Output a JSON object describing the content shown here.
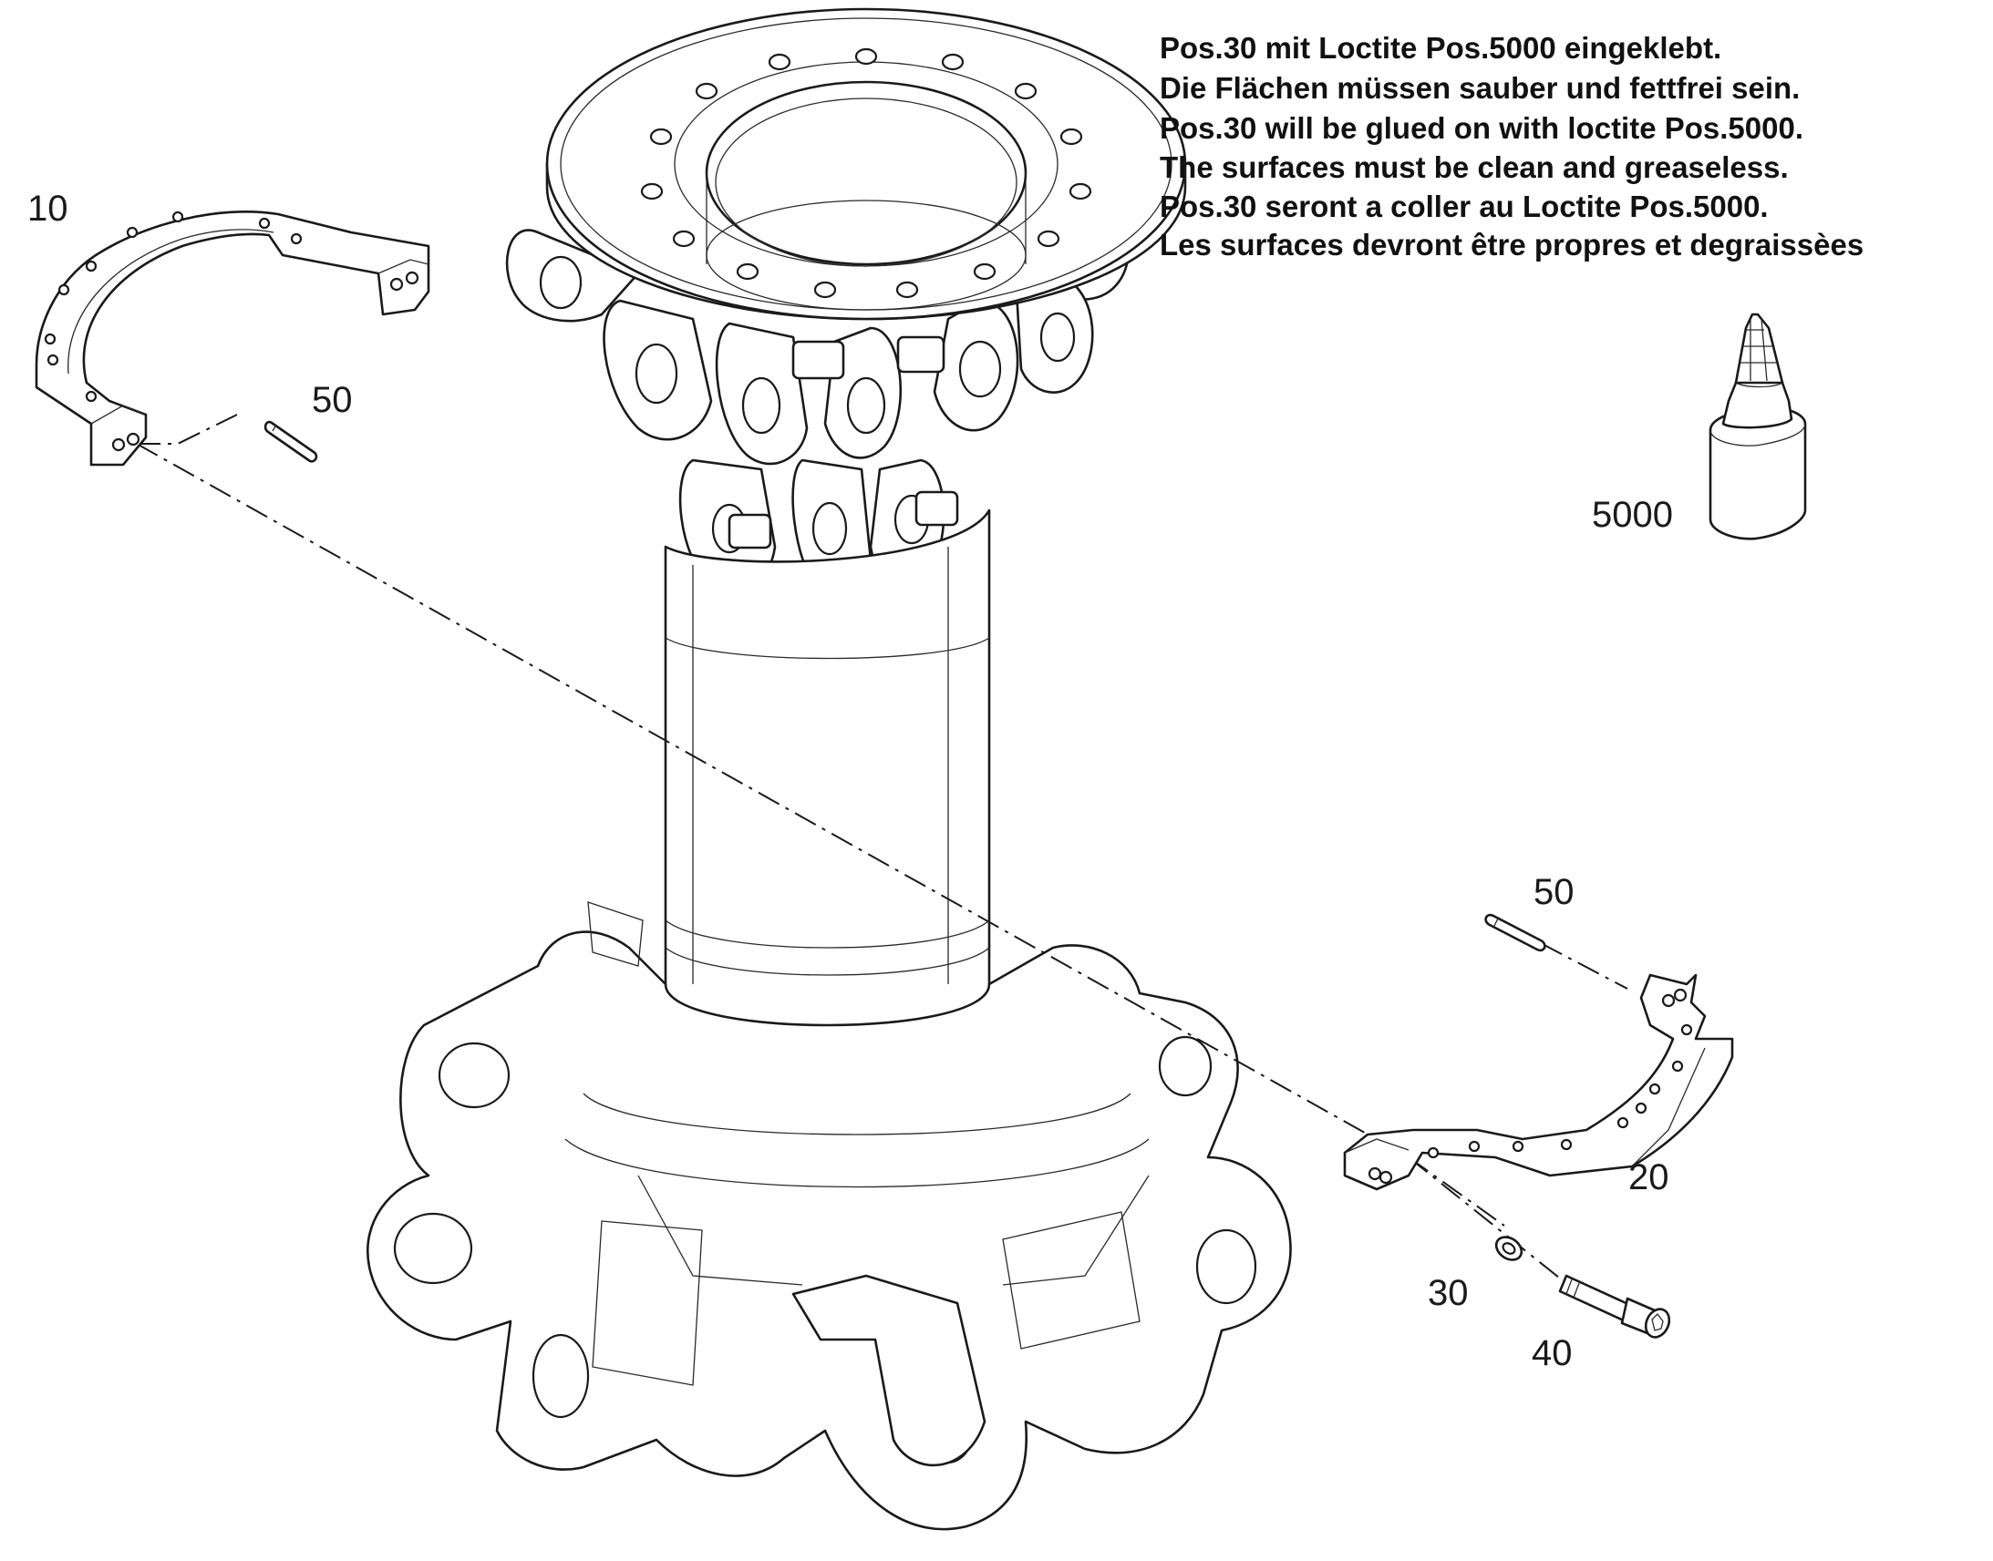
{
  "note_lines": [
    "Pos.30 mit Loctite Pos.5000 eingeklebt.",
    "Die Flächen müssen sauber und fettfrei sein.",
    "Pos.30 will be glued on with loctite Pos.5000.",
    "The surfaces must be clean and greaseless.",
    "Pos.30 seront a coller au Loctite Pos.5000.",
    "Les surfaces devront être propres et degraissèes"
  ],
  "callouts": {
    "p10": "10",
    "p20": "20",
    "p30": "30",
    "p40": "40",
    "p50_left": "50",
    "p50_right": "50",
    "p5000": "5000"
  }
}
